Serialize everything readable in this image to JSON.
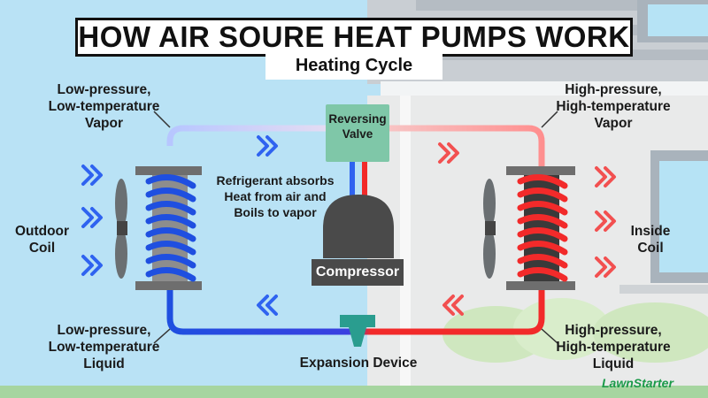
{
  "title": "HOW AIR SOURE HEAT PUMPS WORK",
  "subtitle": "Heating Cycle",
  "labels": {
    "top_left": "Low-pressure,\nLow-temperature\nVapor",
    "top_right": "High-pressure,\nHigh-temperature\nVapor",
    "outdoor_coil": "Outdoor\nCoil",
    "inside_coil": "Inside\nCoil",
    "absorb_note": "Refrigerant absorbs\nHeat from air and\nBoils to vapor",
    "reversing_valve": "Reversing\nValve",
    "compressor": "Compressor",
    "bottom_left": "Low-pressure,\nLow-temperature\nLiquid",
    "bottom_right": "High-pressure,\nHigh-temperature\nLiquid",
    "expansion_device": "Expansion Device"
  },
  "brand": "LawnStarter",
  "colors": {
    "sky": "#b9e2f5",
    "cold": "#1f4fe0",
    "hot": "#f22a2a",
    "valve": "#7fc7a8",
    "expansion": "#2a9d8f",
    "compressor": "#4a4a4a",
    "brand": "#1c9a4a"
  },
  "icons": [
    "fan-icon",
    "arrow-icon"
  ]
}
